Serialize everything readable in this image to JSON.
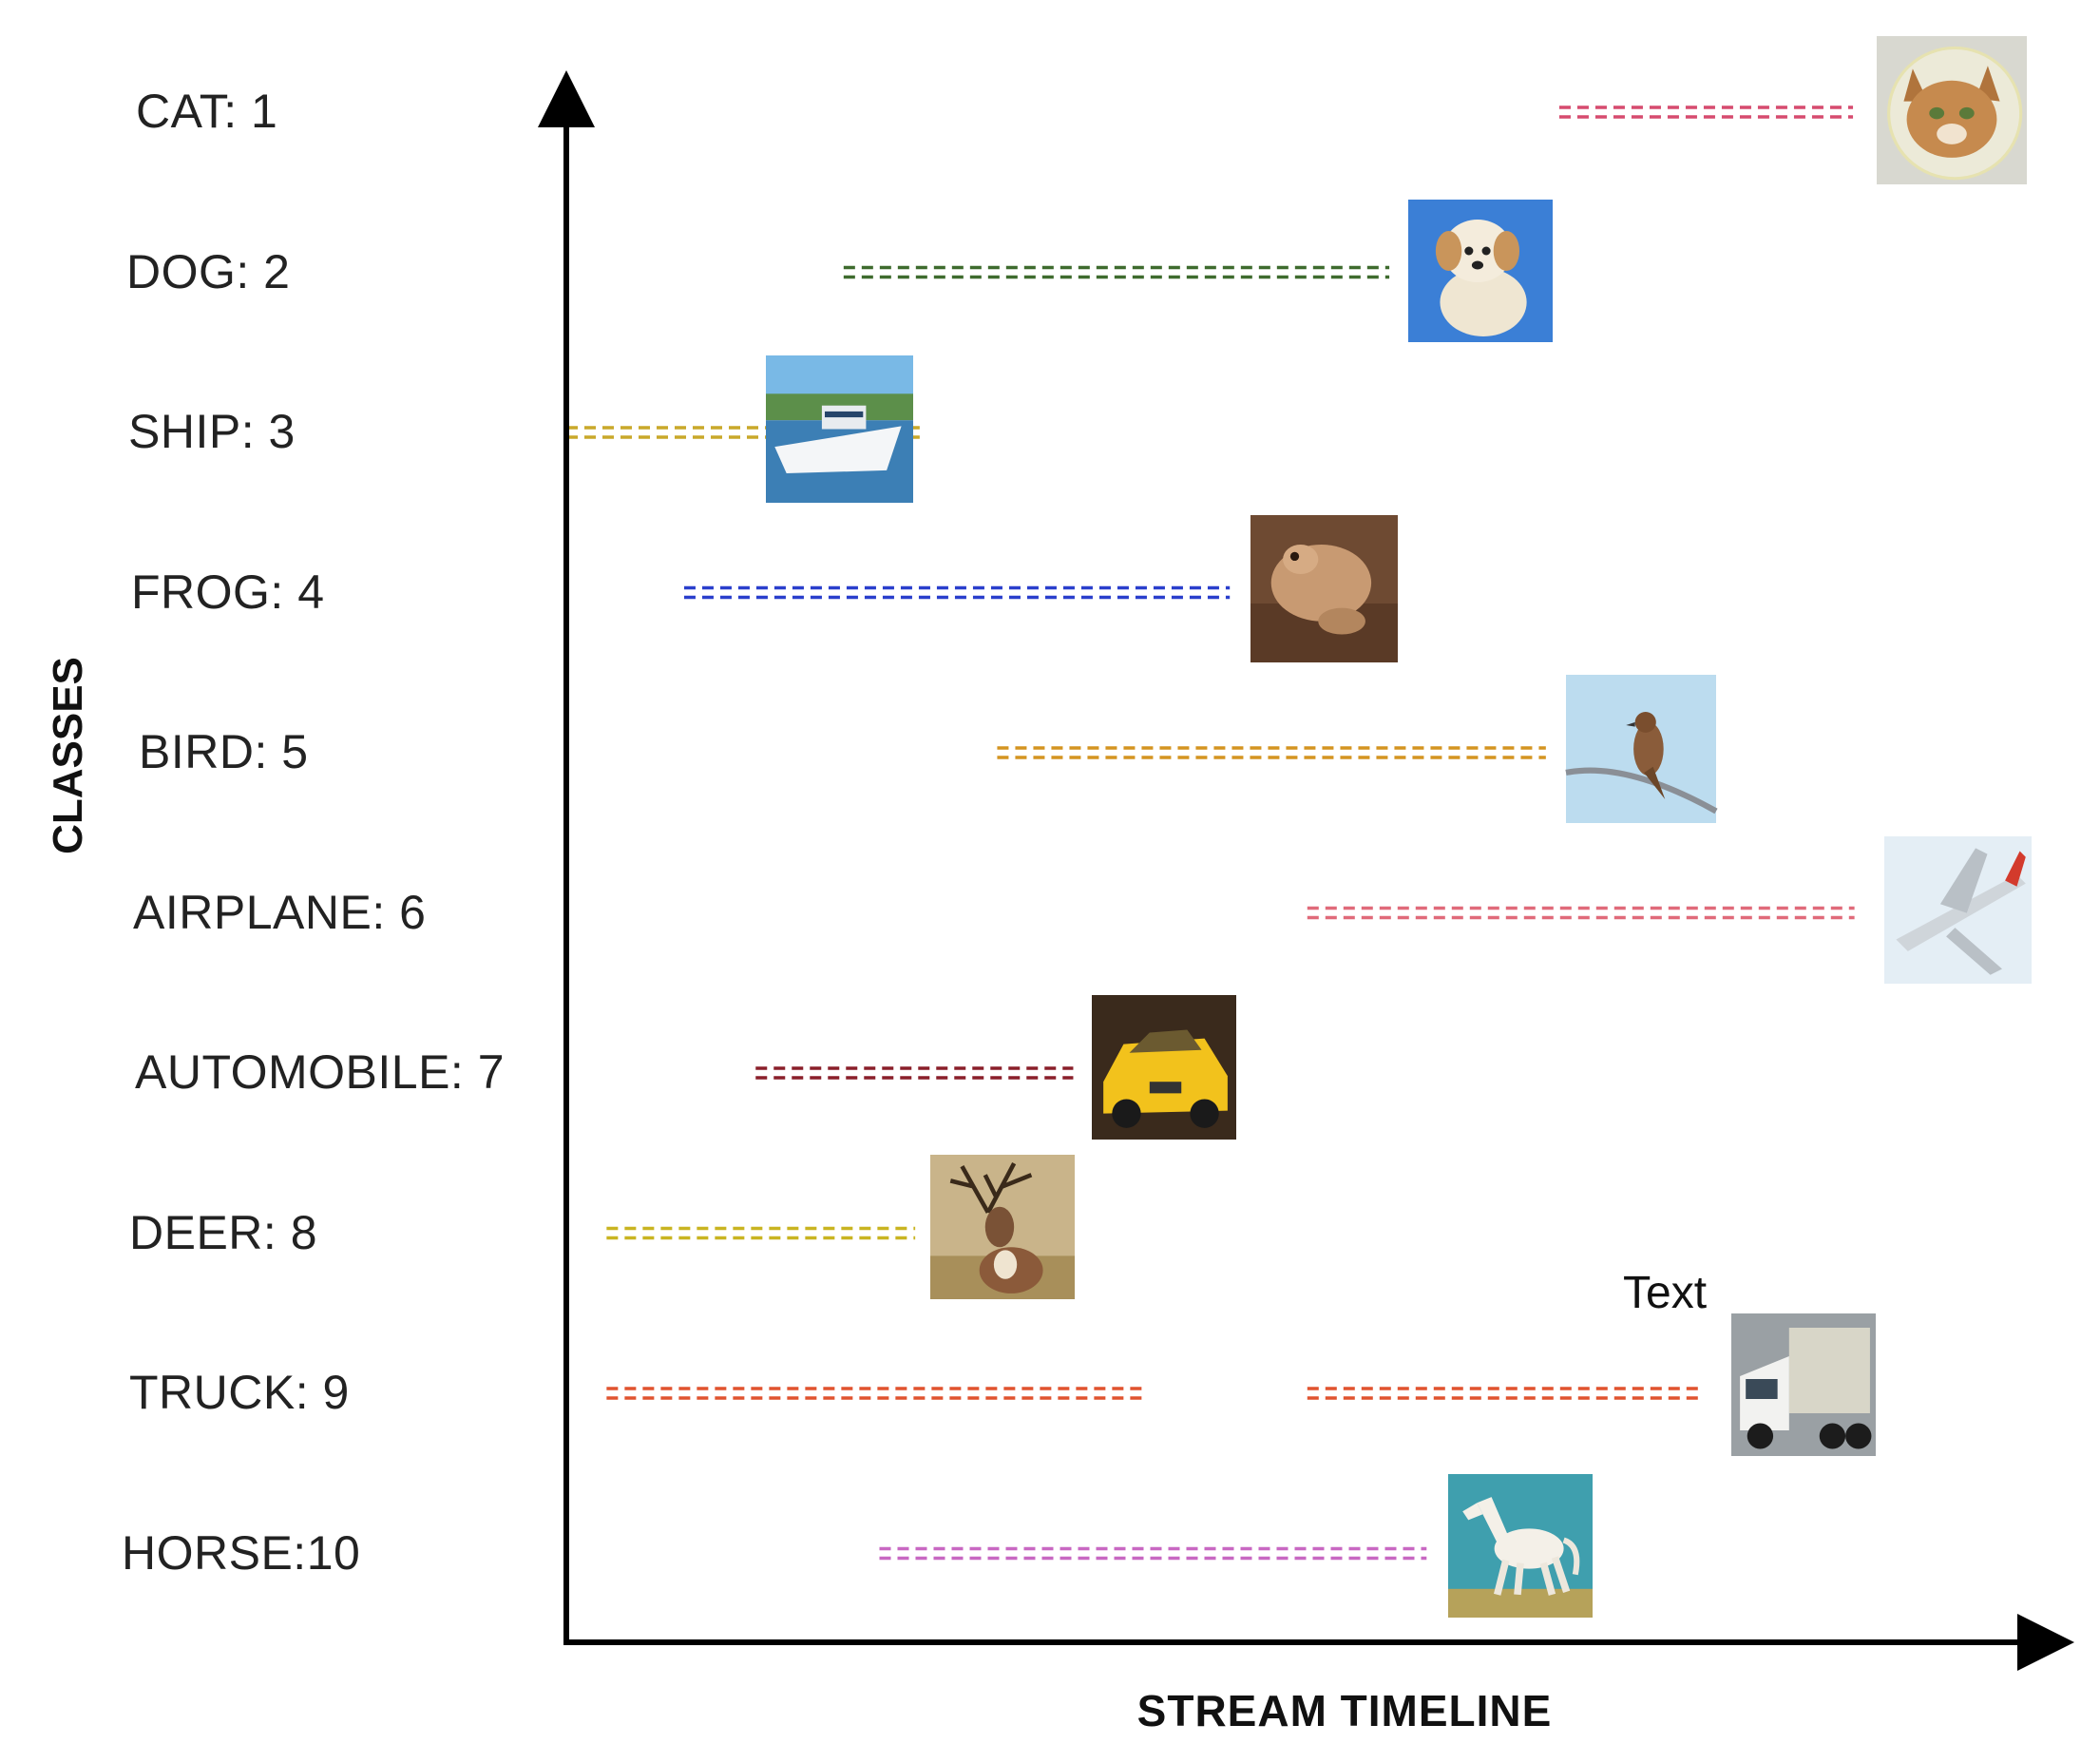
{
  "axes": {
    "y_title": "CLASSES",
    "x_title": "STREAM TIMELINE"
  },
  "annotation": {
    "text": "Text"
  },
  "classes": [
    {
      "label": "CAT: 1",
      "name": "cat",
      "color": "#d64b6f",
      "segments": [
        [
          0.666,
          0.863
        ]
      ],
      "image": "cat"
    },
    {
      "label": "DOG: 2",
      "name": "dog",
      "color": "#3e6b2e",
      "segments": [
        [
          0.186,
          0.552
        ]
      ],
      "image": "dog"
    },
    {
      "label": "SHIP: 3",
      "name": "ship",
      "color": "#c9a82a",
      "segments": [
        [
          0.0,
          0.237
        ]
      ],
      "image": "ship"
    },
    {
      "label": "FROG: 4",
      "name": "frog",
      "color": "#2a3fcc",
      "segments": [
        [
          0.079,
          0.445
        ]
      ],
      "image": "frog"
    },
    {
      "label": "BIRD: 5",
      "name": "bird",
      "color": "#d49420",
      "segments": [
        [
          0.289,
          0.657
        ]
      ],
      "image": "bird"
    },
    {
      "label": "AIRPLANE: 6",
      "name": "airplane",
      "color": "#e06a7a",
      "segments": [
        [
          0.497,
          0.864
        ]
      ],
      "image": "airplane"
    },
    {
      "label": "AUTOMOBILE: 7",
      "name": "automobile",
      "color": "#8a1f2a",
      "segments": [
        [
          0.127,
          0.34
        ]
      ],
      "image": "automobile"
    },
    {
      "label": "DEER: 8",
      "name": "deer",
      "color": "#c9b421",
      "segments": [
        [
          0.027,
          0.234
        ]
      ],
      "image": "deer"
    },
    {
      "label": "TRUCK: 9",
      "name": "truck",
      "color": "#e0532f",
      "segments": [
        [
          0.027,
          0.39
        ],
        [
          0.497,
          0.762
        ]
      ],
      "image": "truck"
    },
    {
      "label": "HORSE:10",
      "name": "horse",
      "color": "#c868c2",
      "segments": [
        [
          0.21,
          0.577
        ]
      ],
      "image": "horse"
    }
  ]
}
